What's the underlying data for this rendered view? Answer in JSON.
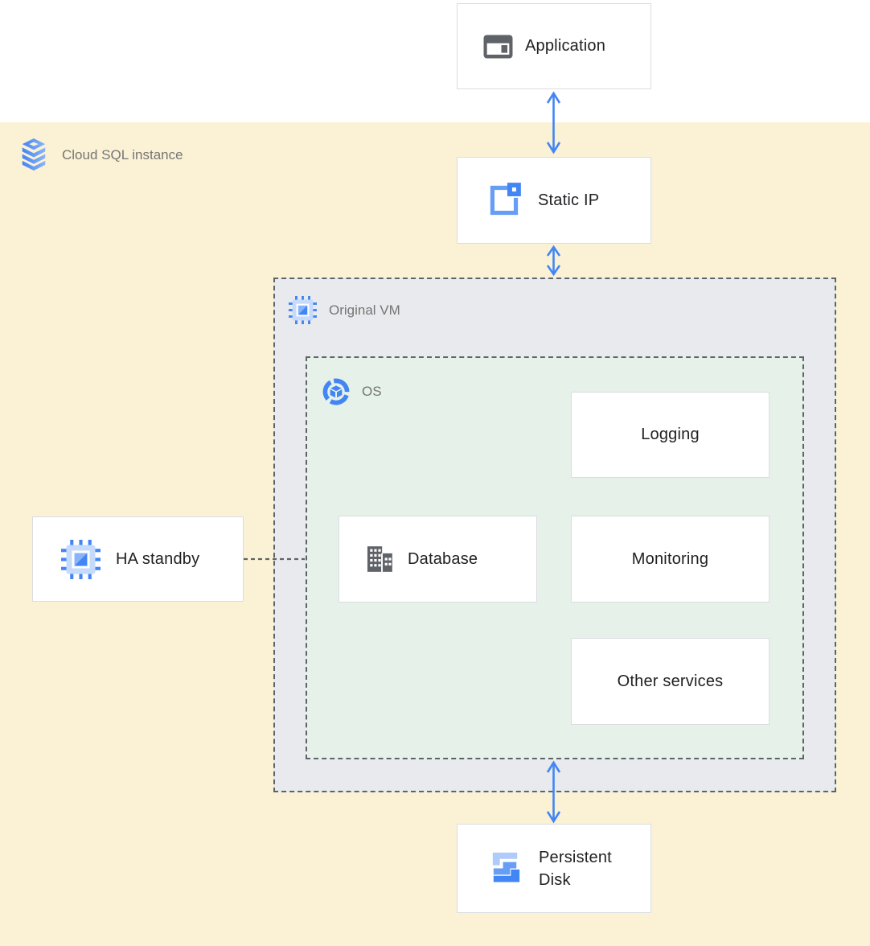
{
  "zones": {
    "cloud_sql": {
      "label": "Cloud SQL instance"
    },
    "original_vm": {
      "label": "Original VM"
    },
    "os": {
      "label": "OS"
    }
  },
  "nodes": {
    "application": {
      "label": "Application"
    },
    "static_ip": {
      "label": "Static IP"
    },
    "ha_standby": {
      "label": "HA standby"
    },
    "database": {
      "label": "Database"
    },
    "logging": {
      "label": "Logging"
    },
    "monitoring": {
      "label": "Monitoring"
    },
    "other_services": {
      "label": "Other services"
    },
    "persistent_disk": {
      "label": "Persistent Disk"
    }
  },
  "icons": {
    "application": "application-window-icon",
    "cloud_sql": "cloud-sql-stack-icon",
    "static_ip": "external-ip-icon",
    "original_vm": "compute-engine-chip-icon",
    "ha_standby": "compute-engine-chip-icon",
    "os": "os-ring-cube-icon",
    "database": "database-building-icon",
    "persistent_disk": "persistent-disk-icon"
  },
  "colors": {
    "sql_zone_bg": "#FBF2D6",
    "vm_zone_bg": "#E8EAED",
    "os_zone_bg": "#E5F1E9",
    "dash": "#5F6368",
    "arrow": "#4285F4",
    "node_border": "#DADCE0",
    "node_text": "#212124",
    "zone_text": "#757575",
    "icon_gray": "#5F6368",
    "blue_dark": "#4285F4",
    "blue_mid": "#669DF6",
    "blue_light": "#AECBFA"
  }
}
